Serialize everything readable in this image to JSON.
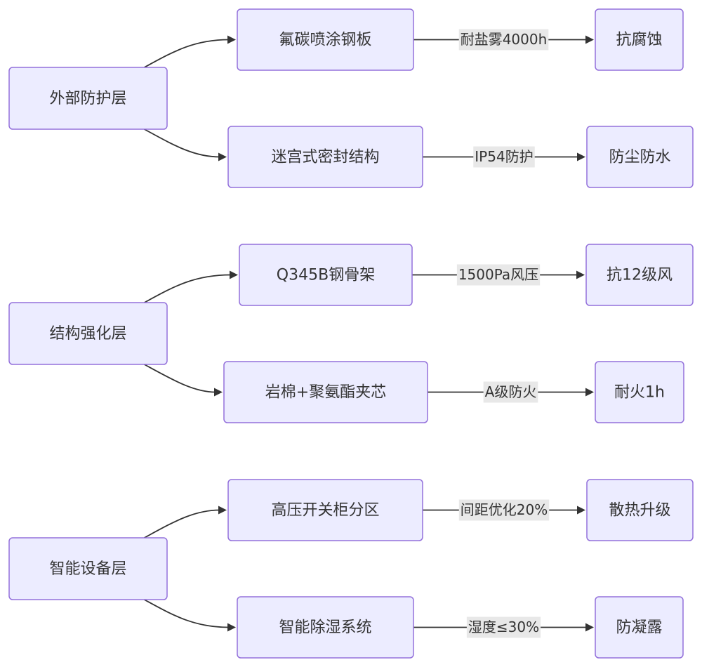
{
  "diagram": {
    "layers": [
      {
        "id": "outer",
        "label": "外部防护层",
        "branches": [
          {
            "component": "氟碳喷涂钢板",
            "spec": "耐盐雾4000h",
            "result": "抗腐蚀"
          },
          {
            "component": "迷宫式密封结构",
            "spec": "IP54防护",
            "result": "防尘防水"
          }
        ]
      },
      {
        "id": "structure",
        "label": "结构强化层",
        "branches": [
          {
            "component": "Q345B钢骨架",
            "spec": "1500Pa风压",
            "result": "抗12级风"
          },
          {
            "component": "岩棉+聚氨酯夹芯",
            "spec": "A级防火",
            "result": "耐火1h"
          }
        ]
      },
      {
        "id": "smart",
        "label": "智能设备层",
        "branches": [
          {
            "component": "高压开关柜分区",
            "spec": "间距优化20%",
            "result": "散热升级"
          },
          {
            "component": "智能除湿系统",
            "spec": "湿度≤30%",
            "result": "防凝露"
          }
        ]
      }
    ]
  }
}
